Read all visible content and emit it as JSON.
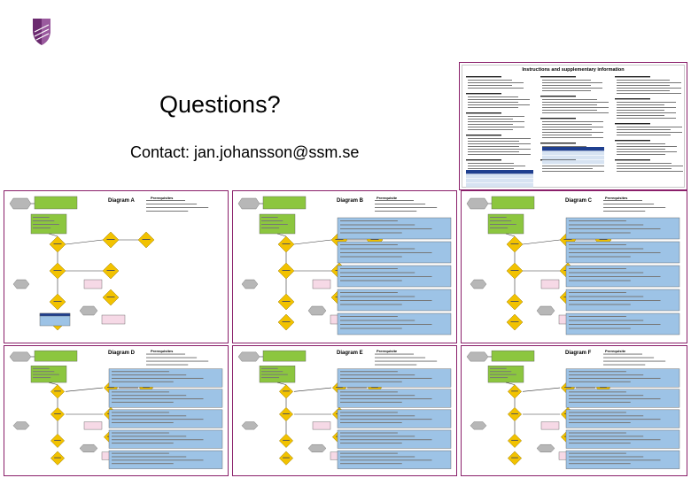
{
  "slide": {
    "title": "Questions?",
    "contact": "Contact: jan.johansson@ssm.se"
  },
  "info_panel": {
    "title": "Instructions and supplementary information"
  },
  "diagrams": [
    {
      "id": "A",
      "title": "Diagram A",
      "prereq_head": "Prerequisites"
    },
    {
      "id": "B",
      "title": "Diagram B",
      "prereq_head": "Prerequisite"
    },
    {
      "id": "C",
      "title": "Diagram C",
      "prereq_head": "Prerequisites"
    },
    {
      "id": "D",
      "title": "Diagram D",
      "prereq_head": "Prerequisites"
    },
    {
      "id": "E",
      "title": "Diagram E",
      "prereq_head": "Prerequisite"
    },
    {
      "id": "F",
      "title": "Diagram F",
      "prereq_head": "Prerequisite"
    }
  ],
  "colors": {
    "frame": "#8a1f6a",
    "logo": "#6b2a6f",
    "start_node": "#b7b7b7",
    "green_box": "#8cc63f",
    "decision": "#f2c200",
    "blue_box": "#9dc3e6",
    "navy_box": "#1f3f8f",
    "pink_box": "#f6d9e6"
  }
}
